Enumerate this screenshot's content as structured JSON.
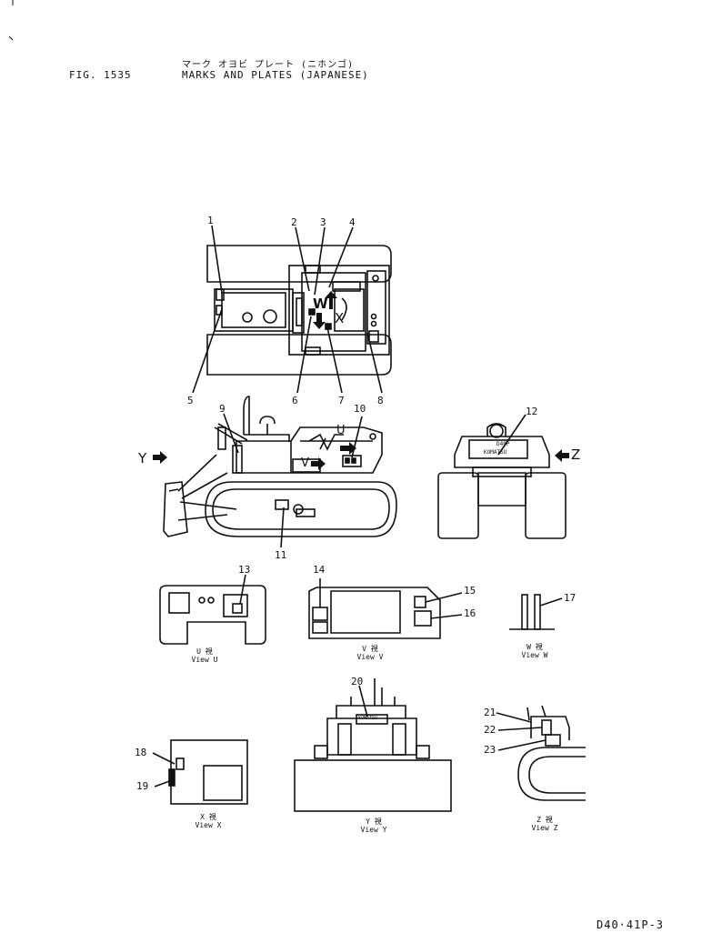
{
  "header": {
    "title_jp": "マーク オヨビ プレート (ニホンゴ)",
    "fig": "FIG. 1535",
    "title_en": "MARKS AND PLATES (JAPANESE)"
  },
  "callouts": [
    "1",
    "2",
    "3",
    "4",
    "5",
    "6",
    "7",
    "8",
    "9",
    "10",
    "11",
    "12",
    "13",
    "14",
    "15",
    "16",
    "17",
    "18",
    "19",
    "20",
    "21",
    "22",
    "23"
  ],
  "direction_labels": {
    "y": "Y",
    "z": "Z",
    "w": "W",
    "x": "X",
    "u": "U",
    "v": "V"
  },
  "plate_texts": {
    "komatsu": "KOMATSU",
    "model": "D40P"
  },
  "views": {
    "u": {
      "jp": "U 視",
      "en": "View U"
    },
    "v": {
      "jp": "V 視",
      "en": "View V"
    },
    "w": {
      "jp": "W 視",
      "en": "View W"
    },
    "x": {
      "jp": "X 視",
      "en": "View X"
    },
    "y": {
      "jp": "Y 視",
      "en": "View Y"
    },
    "z": {
      "jp": "Z 視",
      "en": "View Z"
    }
  },
  "footer": {
    "page_code": "D40·41P-3"
  }
}
